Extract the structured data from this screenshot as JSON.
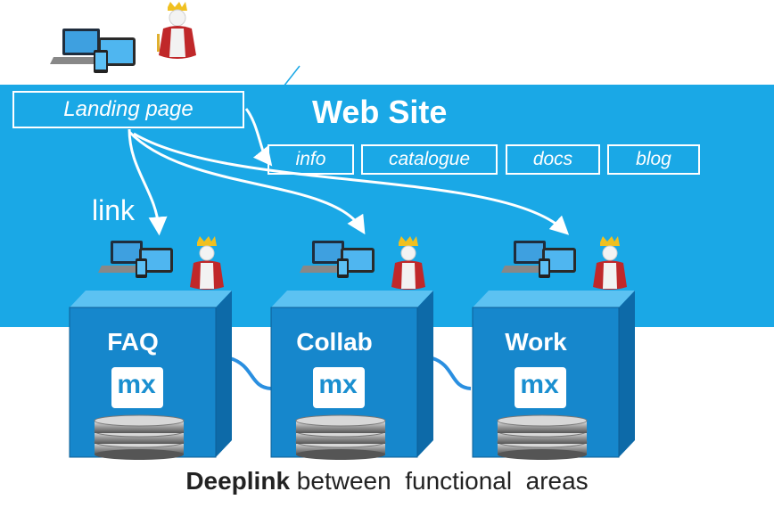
{
  "website": {
    "title": "Web Site",
    "landing_page": "Landing page",
    "pages": [
      "info",
      "catalogue",
      "docs",
      "blog"
    ],
    "link_label": "link"
  },
  "areas": [
    {
      "name": "FAQ",
      "logo": "mx"
    },
    {
      "name": "Collab",
      "logo": "mx"
    },
    {
      "name": "Work",
      "logo": "mx"
    }
  ],
  "caption": {
    "bold": "Deeplink",
    "rest": " between  functional  areas"
  },
  "icons": [
    "devices-icon",
    "king-icon",
    "database-icon",
    "mx-logo-icon"
  ],
  "colors": {
    "site_background": "#1aa8e6",
    "cube_front": "#1687cc",
    "connector": "#2a8fe0"
  }
}
